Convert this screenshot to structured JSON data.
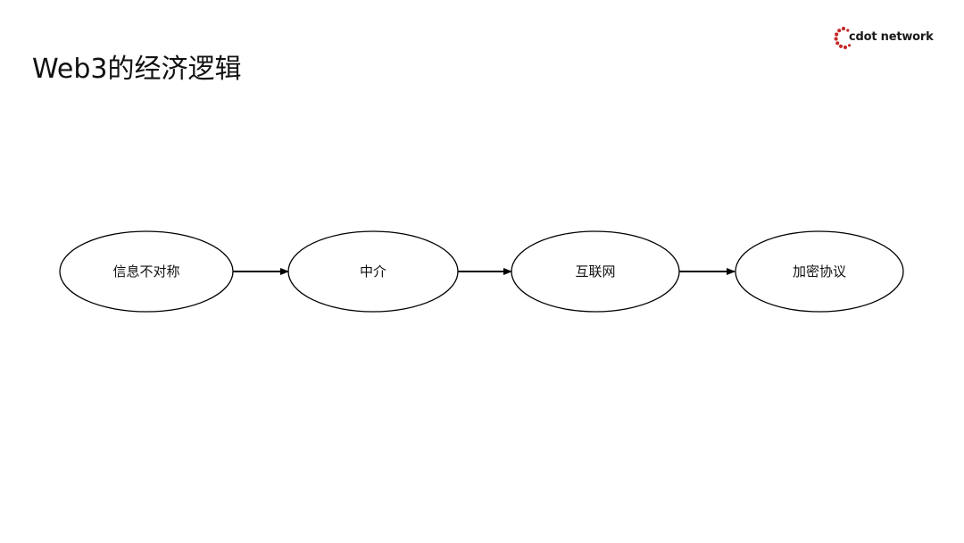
{
  "slide": {
    "title": "Web3的经济逻辑"
  },
  "logo": {
    "text": "cdot network",
    "dot_color": "#c62828"
  },
  "diagram": {
    "nodes": [
      {
        "label": "信息不对称"
      },
      {
        "label": "中介"
      },
      {
        "label": "互联网"
      },
      {
        "label": "加密协议"
      }
    ],
    "edges": [
      {
        "from": "信息不对称",
        "to": "中介"
      },
      {
        "from": "中介",
        "to": "互联网"
      },
      {
        "from": "互联网",
        "to": "加密协议"
      }
    ]
  }
}
